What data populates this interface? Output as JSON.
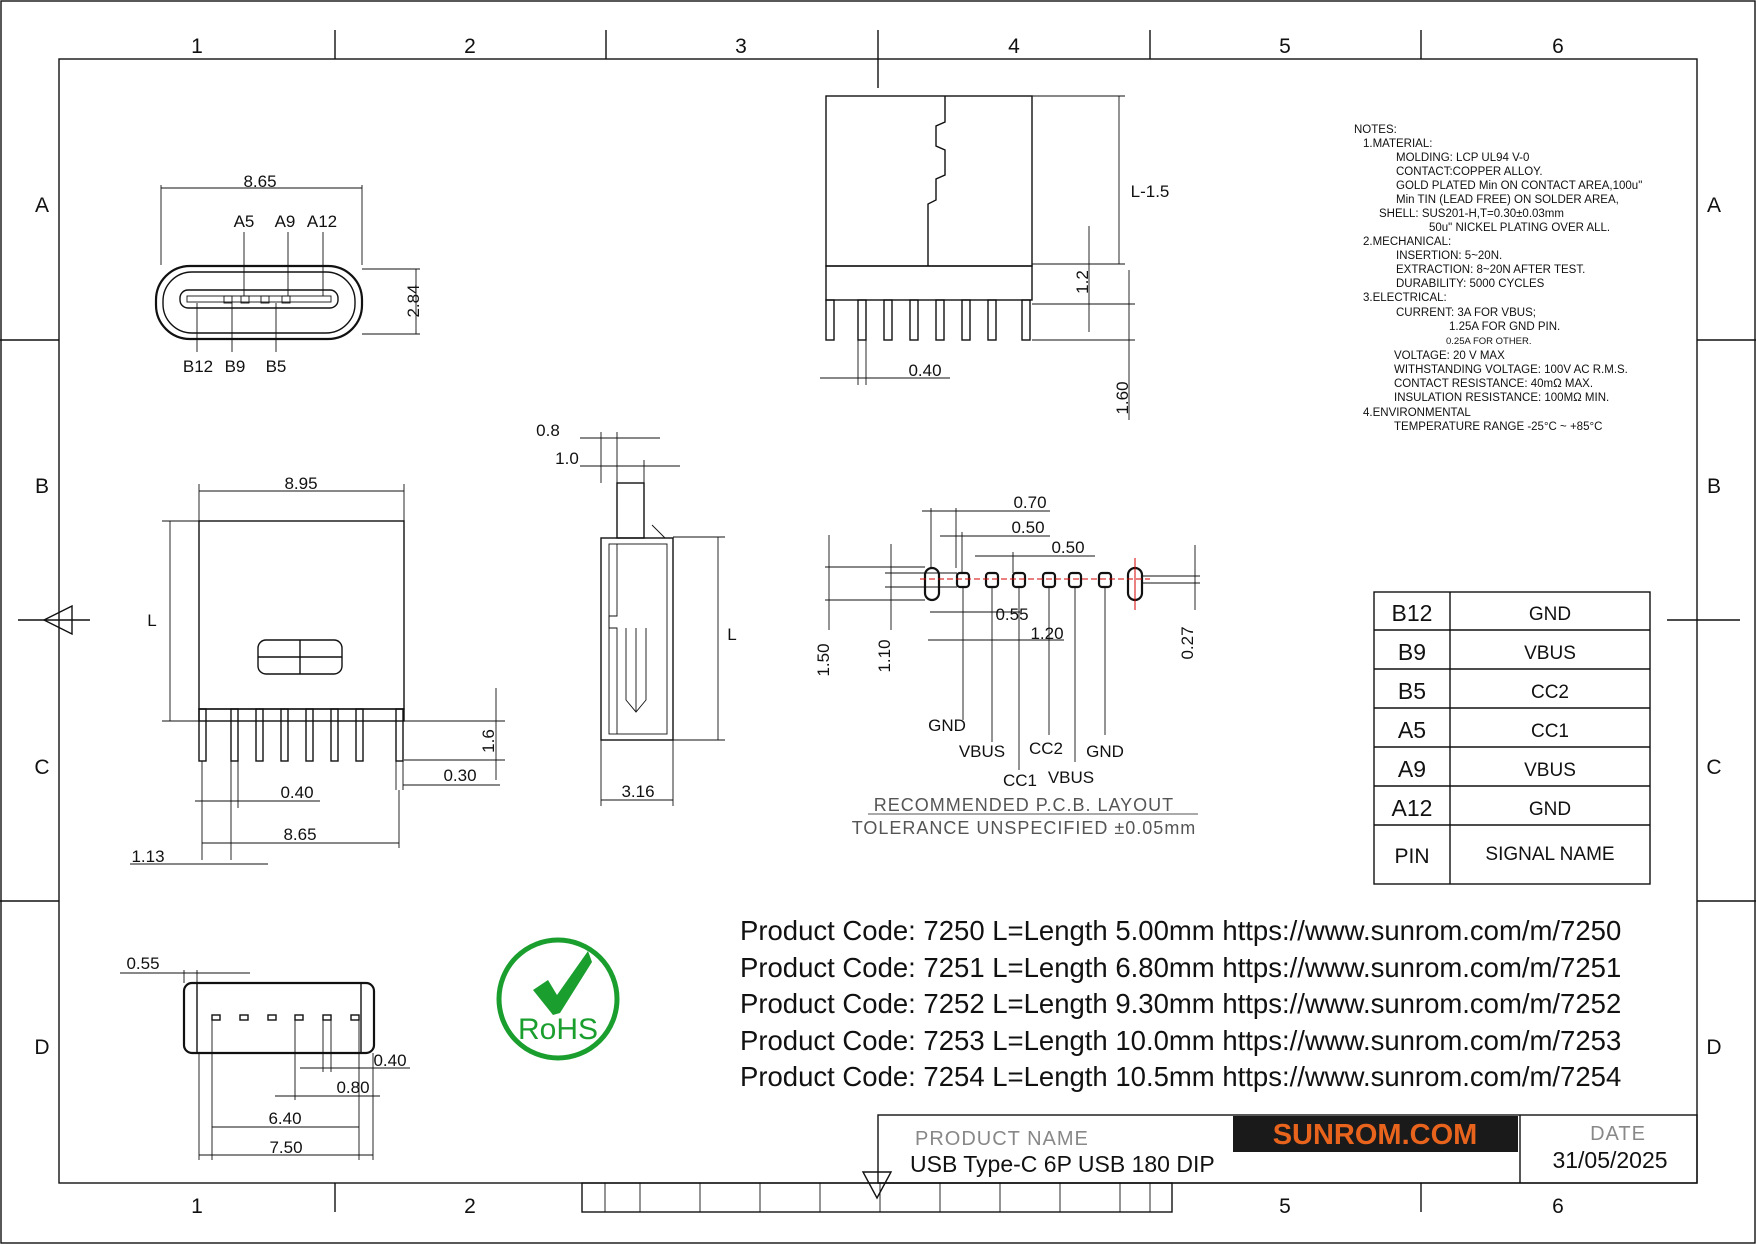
{
  "zones": {
    "columns": [
      "1",
      "2",
      "3",
      "4",
      "5",
      "6"
    ],
    "rows": [
      "A",
      "B",
      "C",
      "D"
    ]
  },
  "front_view": {
    "width": "8.65",
    "height": "2.84",
    "top_pins": [
      "A5",
      "A9",
      "A12"
    ],
    "bottom_pins": [
      "B12",
      "B9",
      "B5"
    ]
  },
  "side_view": {
    "height": "L-1.5",
    "base": "1.2",
    "pitch": "0.40",
    "pin_len": "1.60"
  },
  "top_view": {
    "width": "8.95",
    "length": "L",
    "pin_len": "1.6",
    "offset": "0.30",
    "pitch": "0.40",
    "span": "8.65",
    "edge": "1.13"
  },
  "profile_view": {
    "d1": "0.8",
    "d2": "1.0",
    "length": "L",
    "depth": "3.16"
  },
  "bottom_view": {
    "edge": "0.55",
    "pitch1": "0.40",
    "pitch2": "0.80",
    "span1": "6.40",
    "span2": "7.50"
  },
  "pcb_layout": {
    "dims": {
      "p1": "0.70",
      "p2": "0.50",
      "p3": "0.50",
      "hole": "0.55",
      "span": "1.20",
      "h1": "1.50",
      "h2": "1.10",
      "h3": "0.27"
    },
    "labels": [
      "GND",
      "VBUS",
      "CC1",
      "CC2",
      "VBUS",
      "GND"
    ],
    "caption1": "RECOMMENDED   P.C.B.  LAYOUT",
    "caption2": "TOLERANCE  UNSPECIFIED  ±0.05mm"
  },
  "notes": [
    "NOTES:",
    "1.MATERIAL:",
    "MOLDING: LCP UL94 V-0",
    "CONTACT:COPPER ALLOY.",
    "GOLD PLATED Min ON CONTACT AREA,100u\"",
    "Min TIN (LEAD FREE) ON SOLDER AREA,",
    "SHELL: SUS201-H,T=0.30±0.03mm",
    "50u\" NICKEL PLATING OVER ALL.",
    "2.MECHANICAL:",
    "INSERTION: 5~20N.",
    "EXTRACTION: 8~20N AFTER TEST.",
    "DURABILITY: 5000 CYCLES",
    "3.ELECTRICAL:",
    "CURRENT: 3A FOR VBUS;",
    "1.25A FOR GND PIN.",
    "0.25A FOR OTHER.",
    "VOLTAGE: 20 V MAX",
    "WITHSTANDING VOLTAGE: 100V AC R.M.S.",
    "CONTACT RESISTANCE: 40mΩ MAX.",
    "INSULATION RESISTANCE: 100MΩ MIN.",
    "4.ENVIRONMENTAL",
    "TEMPERATURE RANGE -25°C ~ +85°C"
  ],
  "pin_table": {
    "rows": [
      {
        "pin": "B12",
        "signal": "GND"
      },
      {
        "pin": "B9",
        "signal": "VBUS"
      },
      {
        "pin": "B5",
        "signal": "CC2"
      },
      {
        "pin": "A5",
        "signal": "CC1"
      },
      {
        "pin": "A9",
        "signal": "VBUS"
      },
      {
        "pin": "A12",
        "signal": "GND"
      }
    ],
    "header_pin": "PIN",
    "header_signal": "SIGNAL  NAME"
  },
  "product_codes": [
    "Product Code: 7250 L=Length 5.00mm https://www.sunrom.com/m/7250",
    "Product Code: 7251 L=Length 6.80mm https://www.sunrom.com/m/7251",
    "Product Code: 7252 L=Length 9.30mm https://www.sunrom.com/m/7252",
    "Product Code: 7253 L=Length 10.0mm https://www.sunrom.com/m/7253",
    "Product Code: 7254 L=Length 10.5mm https://www.sunrom.com/m/7254"
  ],
  "rohs": {
    "label": "RoHS",
    "color": "#1a9e2e"
  },
  "title_block": {
    "product_name_label": "PRODUCT NAME",
    "product_name": "USB Type-C 6P USB 180 DIP",
    "brand": "SUNROM.COM",
    "brand_color": "#e8631c",
    "brand_bg": "#1a1a1a",
    "date_label": "DATE",
    "date": "31/05/2025"
  }
}
